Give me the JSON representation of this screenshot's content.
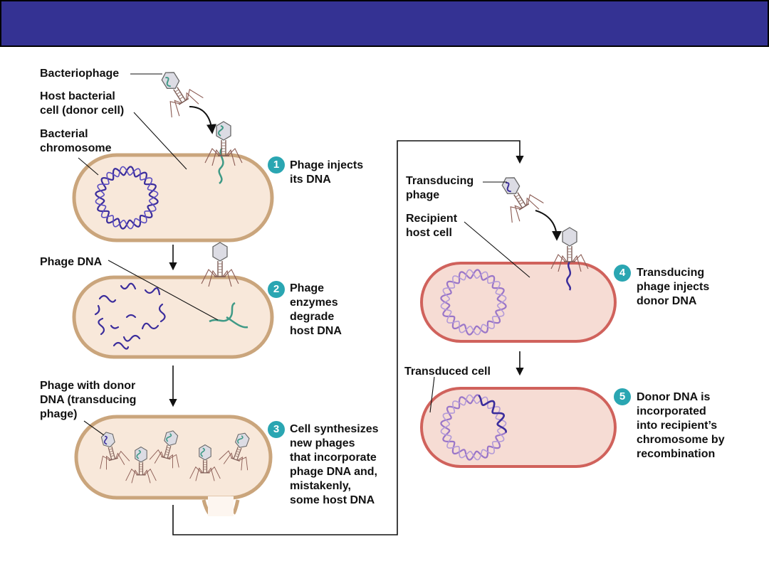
{
  "colors": {
    "title_bar": "#343293",
    "donor_cell_fill": "#f8e8da",
    "donor_cell_border": "#caa57c",
    "recipient_cell_fill": "#f6dcd4",
    "recipient_cell_border": "#d0625c",
    "host_dna": "#3b2d9c",
    "recipient_dna": "#9a76c8",
    "phage_dna": "#3f9a86",
    "step_badge": "#2aa6b2"
  },
  "labels": {
    "bacteriophage": "Bacteriophage",
    "host_cell": "Host bacterial\ncell (donor cell)",
    "bacterial_chromosome": "Bacterial\nchromosome",
    "phage_dna": "Phage DNA",
    "phage_with_donor": "Phage with donor\nDNA (transducing\nphage)",
    "transducing_phage": "Transducing\nphage",
    "recipient_host_cell": "Recipient\nhost cell",
    "transduced_cell": "Transduced cell"
  },
  "steps": [
    {
      "number": "1",
      "text": "Phage injects\nits DNA"
    },
    {
      "number": "2",
      "text": "Phage\nenzymes\ndegrade\nhost DNA"
    },
    {
      "number": "3",
      "text": "Cell synthesizes\nnew phages\nthat incorporate\nphage DNA and,\nmistakenly,\nsome host DNA"
    },
    {
      "number": "4",
      "text": "Transducing\nphage injects\ndonor DNA"
    },
    {
      "number": "5",
      "text": "Donor DNA is\nincorporated\ninto recipient’s\nchromosome by\nrecombination"
    }
  ]
}
